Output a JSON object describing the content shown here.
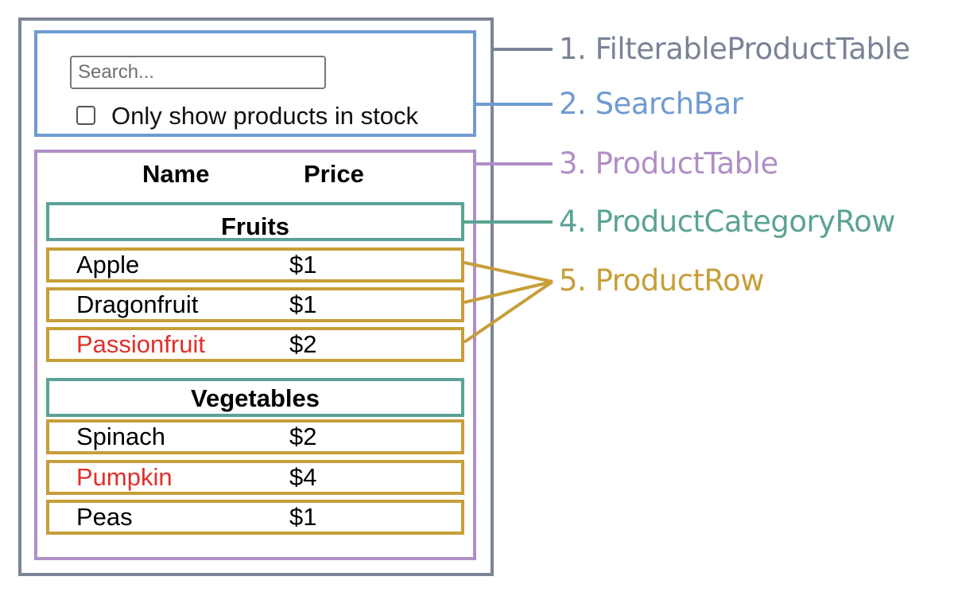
{
  "colors": {
    "filterable_product_table": "#7b8396",
    "search_bar": "#6f9bd1",
    "product_table": "#b08ec6",
    "product_category_row": "#5aa394",
    "product_row": "#c79e39",
    "out_of_stock_text": "#e0302a",
    "in_stock_text": "#000000"
  },
  "search_bar": {
    "placeholder": "Search...",
    "checkbox_label": "Only show products in stock",
    "checkbox_checked": false
  },
  "product_table": {
    "headers": {
      "name": "Name",
      "price": "Price"
    },
    "categories": [
      {
        "name": "Fruits",
        "rows": [
          {
            "name": "Apple",
            "price": "$1",
            "stocked": true
          },
          {
            "name": "Dragonfruit",
            "price": "$1",
            "stocked": true
          },
          {
            "name": "Passionfruit",
            "price": "$2",
            "stocked": false
          }
        ]
      },
      {
        "name": "Vegetables",
        "rows": [
          {
            "name": "Spinach",
            "price": "$2",
            "stocked": true
          },
          {
            "name": "Pumpkin",
            "price": "$4",
            "stocked": false
          },
          {
            "name": "Peas",
            "price": "$1",
            "stocked": true
          }
        ]
      }
    ]
  },
  "legend": [
    {
      "label": "1. FilterableProductTable",
      "color": "#7b8396"
    },
    {
      "label": "2. SearchBar",
      "color": "#6f9bd1"
    },
    {
      "label": "3. ProductTable",
      "color": "#b08ec6"
    },
    {
      "label": "4. ProductCategoryRow",
      "color": "#5aa394"
    },
    {
      "label": "5. ProductRow",
      "color": "#c79e39"
    }
  ]
}
